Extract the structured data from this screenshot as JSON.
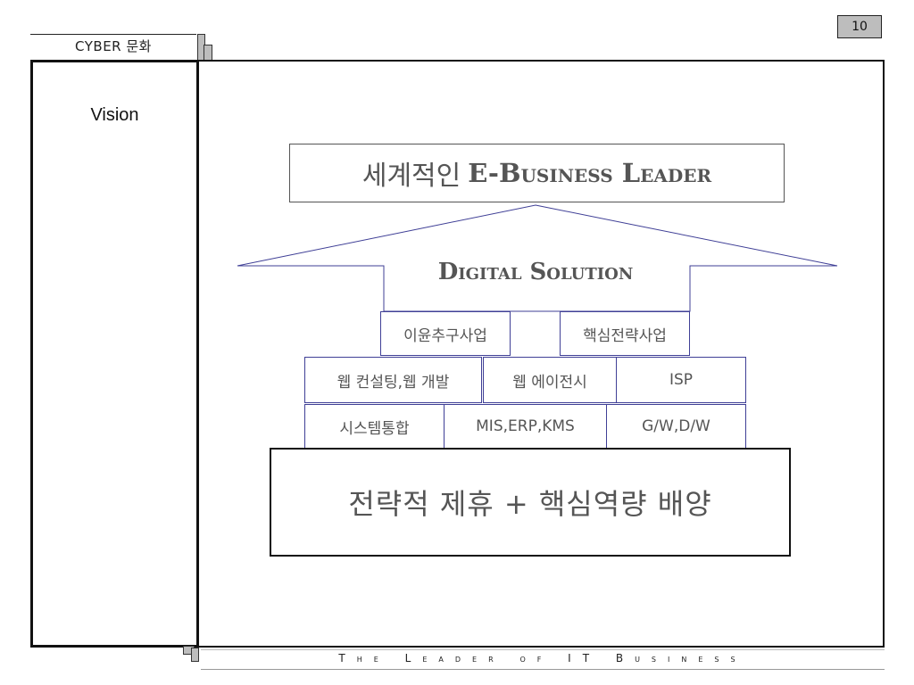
{
  "page_number": "10",
  "section_tab": "CYBER 문화",
  "left_label": "Vision",
  "diagram": {
    "top_ko": "세계적인",
    "top_en": "E-Business Leader",
    "arrow_label": "Digital  Solution",
    "businesses": [
      "이윤추구사업",
      "핵심전략사업"
    ],
    "row1": [
      "웹 컨설팅,웹 개발",
      "웹 에이전시",
      "ISP"
    ],
    "row2": [
      "시스템통합",
      "MIS,ERP,KMS",
      "G/W,D/W"
    ],
    "foundation": "전략적 제휴 + 핵심역량 배양"
  },
  "footer": "The Leader of IT Business",
  "colors": {
    "outline": "#111111",
    "blue_outline": "#3f3f96",
    "text_gray": "#555555",
    "tab_gray": "#bdbdbd"
  }
}
